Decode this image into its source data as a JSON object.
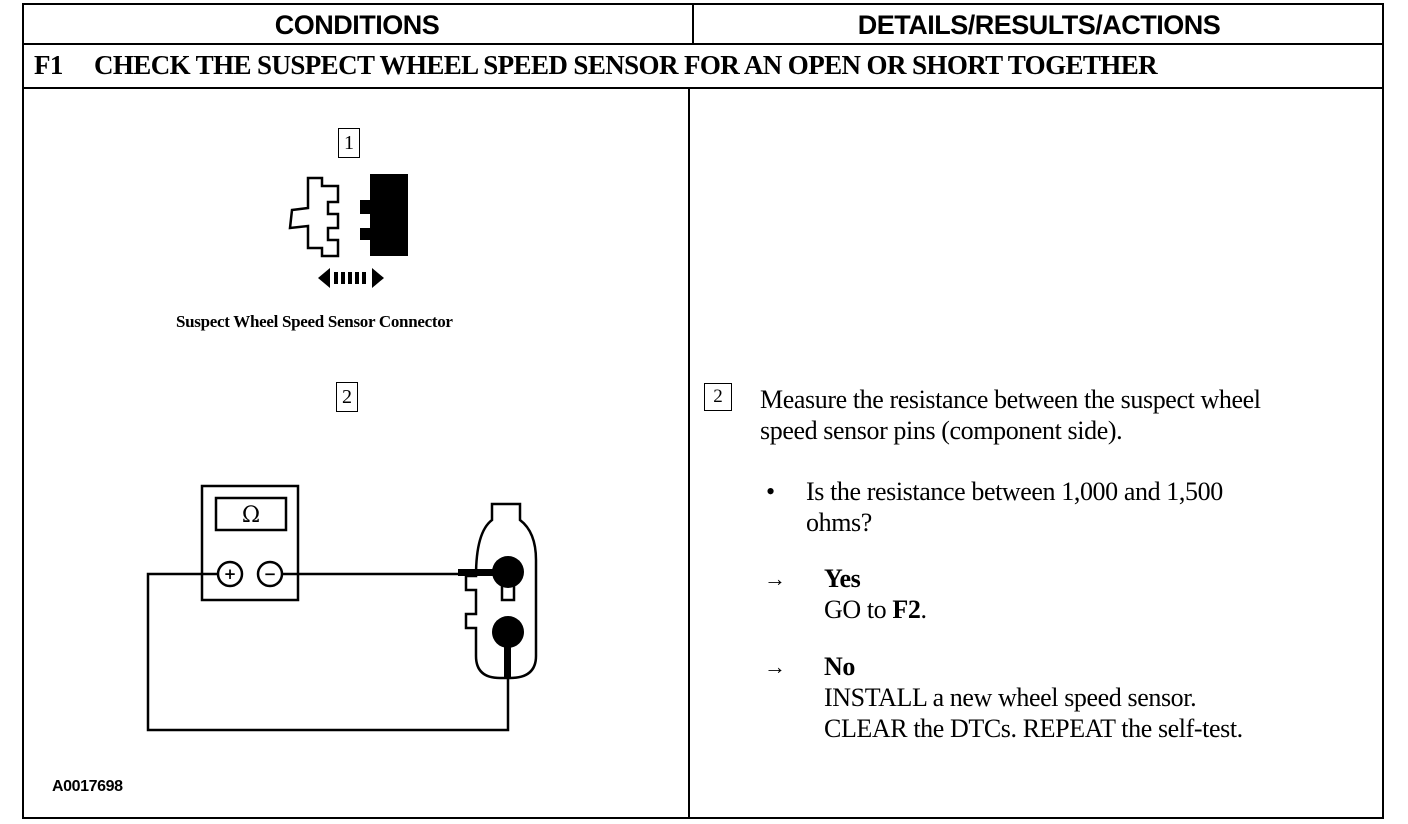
{
  "header": {
    "conditions": "CONDITIONS",
    "details": "DETAILS/RESULTS/ACTIONS"
  },
  "step": {
    "id": "F1",
    "title": "CHECK THE SUSPECT WHEEL SPEED SENSOR FOR AN OPEN OR SHORT TOGETHER"
  },
  "left": {
    "marker1": "1",
    "caption": "Suspect Wheel Speed Sensor Connector",
    "marker2": "2",
    "meter_symbol": "Ω",
    "plus": "+",
    "minus": "−",
    "figure_id": "A0017698"
  },
  "right": {
    "marker": "2",
    "instruction_line1": "Measure the resistance between the suspect wheel",
    "instruction_line2": "speed sensor pins (component side).",
    "bullet": "•",
    "question_line1": "Is the resistance between 1,000 and 1,500",
    "question_line2": "ohms?",
    "arrow": "→",
    "yes_label": "Yes",
    "yes_prefix": "GO to ",
    "yes_target": "F2",
    "yes_suffix": ".",
    "no_label": "No",
    "no_line1": "INSTALL a new wheel speed sensor.",
    "no_line2": "CLEAR the DTCs. REPEAT the self-test."
  }
}
